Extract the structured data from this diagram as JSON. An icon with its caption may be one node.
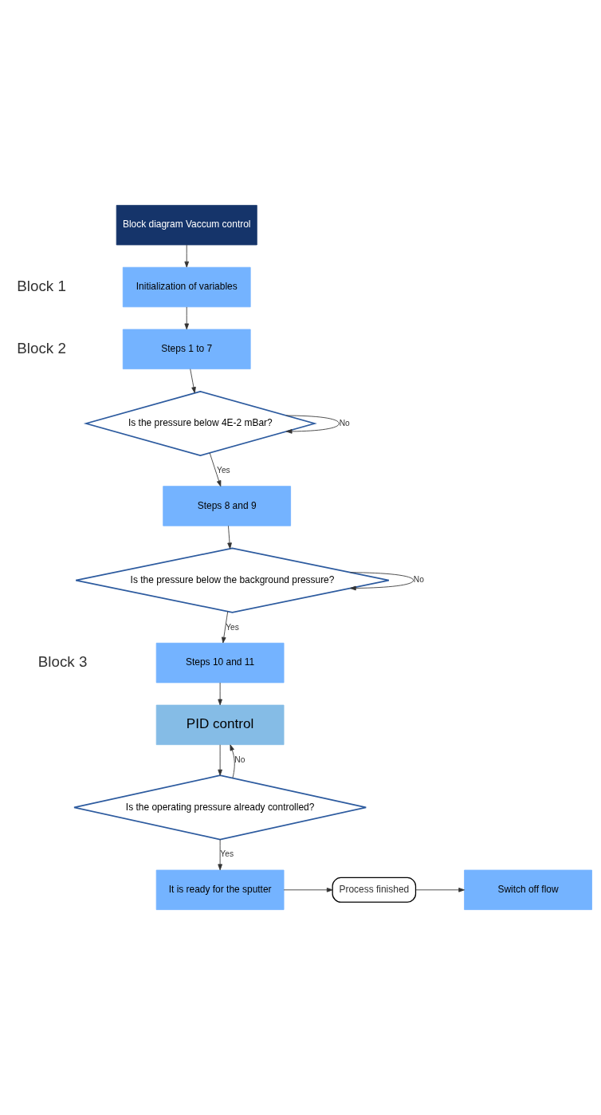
{
  "diagram": {
    "nodes": [
      {
        "text": [
          "Block diagram Vaccum control"
        ]
      },
      {
        "text": [
          "Initialization of variables"
        ]
      },
      {
        "text": [
          "Steps 1 to 7"
        ]
      },
      {
        "text": [
          "Is the pressure below 4E-2 mBar?"
        ]
      },
      {
        "text": [
          "Steps 8 and 9"
        ]
      },
      {
        "text": [
          "Is the pressure below the background pressure?"
        ]
      },
      {
        "text": [
          "Steps 10 and 11"
        ]
      },
      {
        "text": [
          "PID control"
        ]
      },
      {
        "text": [
          "Is the operating pressure already controlled?"
        ]
      },
      {
        "text": [
          "It is ready for the sputter"
        ]
      },
      {
        "text": [
          "Process finished"
        ]
      },
      {
        "text": [
          "Switch off flow"
        ]
      }
    ],
    "edges": [
      {
        "from": 0,
        "to": 1,
        "arrow": "to"
      },
      {
        "from": 1,
        "to": 2,
        "arrow": "to"
      },
      {
        "from": 2,
        "to": 3,
        "arrow": "to"
      },
      {
        "from": 3,
        "to": 3,
        "arrow": "to",
        "label": "No"
      },
      {
        "from": 3,
        "to": 4,
        "arrow": "to",
        "label": "Yes"
      },
      {
        "from": 4,
        "to": 5,
        "arrow": "to"
      },
      {
        "from": 5,
        "to": 5,
        "arrow": "to",
        "label": "No"
      },
      {
        "from": 5,
        "to": 6,
        "arrow": "to",
        "label": "Yes"
      },
      {
        "from": 6,
        "to": 7,
        "arrow": "to"
      },
      {
        "from": 7,
        "to": 8,
        "arrow": "to"
      },
      {
        "from": 8,
        "to": 7,
        "arrow": "to",
        "label": "No"
      },
      {
        "from": 8,
        "to": 9,
        "arrow": "to",
        "label": "Yes"
      },
      {
        "from": 9,
        "to": 10,
        "arrow": "to"
      },
      {
        "from": 10,
        "to": 11,
        "arrow": "to"
      }
    ],
    "labels": [
      "Block 1",
      "Block 2",
      "Block 3"
    ]
  }
}
